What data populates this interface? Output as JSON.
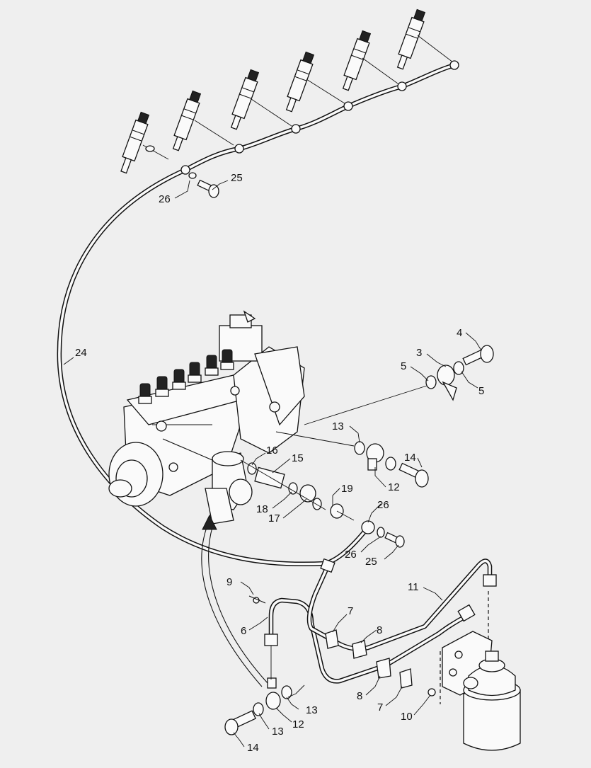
{
  "diagram": {
    "callouts": [
      {
        "id": "c24",
        "label": "24"
      },
      {
        "id": "c26a",
        "label": "26"
      },
      {
        "id": "c25a",
        "label": "25"
      },
      {
        "id": "c4",
        "label": "4"
      },
      {
        "id": "c3",
        "label": "3"
      },
      {
        "id": "c5a",
        "label": "5"
      },
      {
        "id": "c5b",
        "label": "5"
      },
      {
        "id": "c13a",
        "label": "13"
      },
      {
        "id": "c14a",
        "label": "14"
      },
      {
        "id": "c16",
        "label": "16"
      },
      {
        "id": "c15",
        "label": "15"
      },
      {
        "id": "c12a",
        "label": "12"
      },
      {
        "id": "c19",
        "label": "19"
      },
      {
        "id": "c18",
        "label": "18"
      },
      {
        "id": "c17",
        "label": "17"
      },
      {
        "id": "c26b",
        "label": "26"
      },
      {
        "id": "c26c",
        "label": "26"
      },
      {
        "id": "c25b",
        "label": "25"
      },
      {
        "id": "c9",
        "label": "9"
      },
      {
        "id": "c11",
        "label": "11"
      },
      {
        "id": "c6",
        "label": "6"
      },
      {
        "id": "c7a",
        "label": "7"
      },
      {
        "id": "c8a",
        "label": "8"
      },
      {
        "id": "c8b",
        "label": "8"
      },
      {
        "id": "c7b",
        "label": "7"
      },
      {
        "id": "c10",
        "label": "10"
      },
      {
        "id": "c13b",
        "label": "13"
      },
      {
        "id": "c13c",
        "label": "13"
      },
      {
        "id": "c12b",
        "label": "12"
      },
      {
        "id": "c14b",
        "label": "14"
      }
    ]
  }
}
